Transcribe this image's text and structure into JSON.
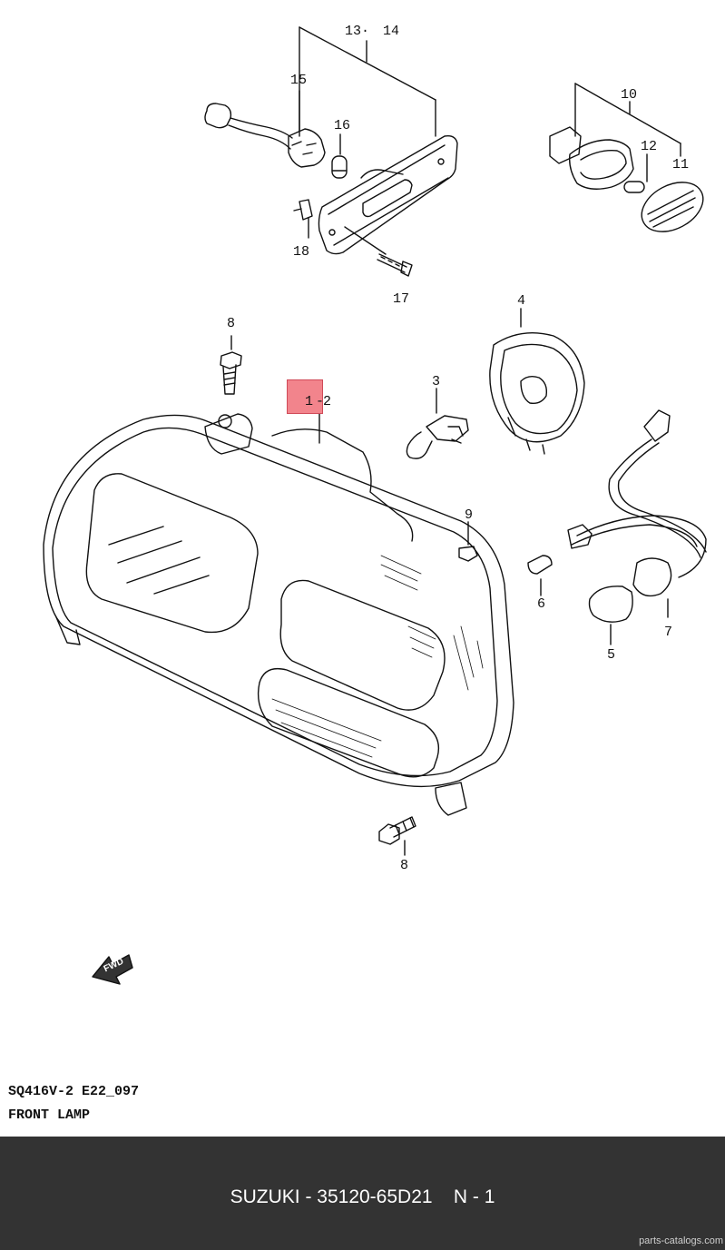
{
  "diagram": {
    "callouts": {
      "c13": "13",
      "c14": "14",
      "c15": "15",
      "c16": "16",
      "c18": "18",
      "c17": "17",
      "c10": "10",
      "c12": "12",
      "c11": "11",
      "c4": "4",
      "c8a": "8",
      "c3": "3",
      "c1": "1",
      "c2": "2",
      "c9": "9",
      "c6": "6",
      "c5": "5",
      "c7": "7",
      "c8b": "8"
    },
    "fwd_label": "FWD",
    "highlight_color": "#f06e78"
  },
  "caption": {
    "code": "SQ416V-2  E22_097",
    "title": "FRONT LAMP"
  },
  "footer": {
    "brand": "SUZUKI",
    "part_number": "35120-65D21",
    "position": "N - 1",
    "separator": "-",
    "watermark": "parts-catalogs.com",
    "background": "#333333"
  }
}
